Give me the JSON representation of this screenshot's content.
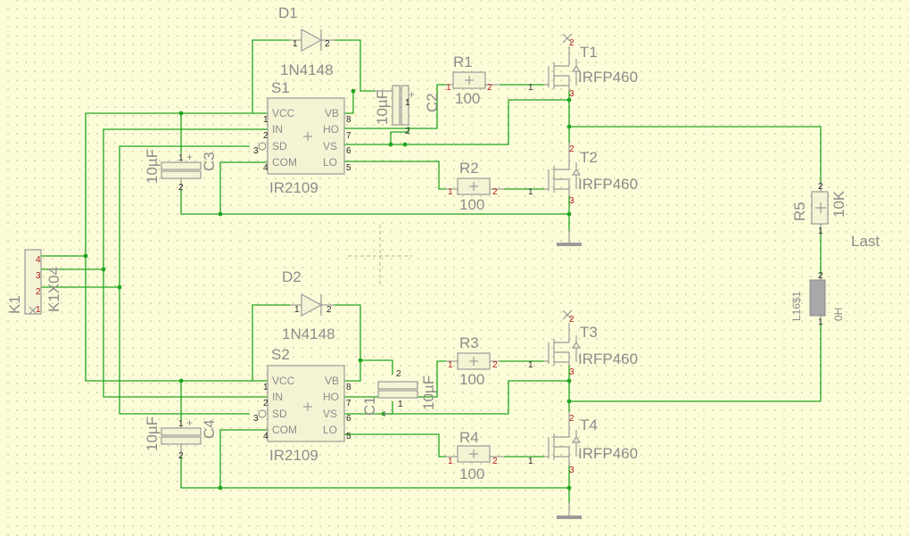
{
  "components": {
    "D1": {
      "ref": "D1",
      "value": "1N4148"
    },
    "D2": {
      "ref": "D2",
      "value": "1N4148"
    },
    "S1": {
      "ref": "S1",
      "value": "IR2109"
    },
    "S2": {
      "ref": "S2",
      "value": "IR2109"
    },
    "R1": {
      "ref": "R1",
      "value": "100"
    },
    "R2": {
      "ref": "R2",
      "value": "100"
    },
    "R3": {
      "ref": "R3",
      "value": "100"
    },
    "R4": {
      "ref": "R4",
      "value": "100"
    },
    "R5": {
      "ref": "R5",
      "value": "10K"
    },
    "C1": {
      "ref": "C1",
      "value": "10µF"
    },
    "C2": {
      "ref": "C2",
      "value": "10µF"
    },
    "C3": {
      "ref": "C3",
      "value": "10µF"
    },
    "C4": {
      "ref": "C4",
      "value": "10µF"
    },
    "T1": {
      "ref": "T1",
      "value": "IRFP460"
    },
    "T2": {
      "ref": "T2",
      "value": "IRFP460"
    },
    "T3": {
      "ref": "T3",
      "value": "IRFP460"
    },
    "T4": {
      "ref": "T4",
      "value": "IRFP460"
    },
    "K1": {
      "ref": "K1",
      "value": "K1X04"
    },
    "L": {
      "ref": "L16$1",
      "value": "0H"
    },
    "load_label": "Last"
  },
  "ic_pins": {
    "left": [
      {
        "name": "VCC",
        "num": "1"
      },
      {
        "name": "IN",
        "num": "2"
      },
      {
        "name": "SD",
        "num": "3"
      },
      {
        "name": "COM",
        "num": "4"
      }
    ],
    "right": [
      {
        "name": "VB",
        "num": "8"
      },
      {
        "name": "HO",
        "num": "7"
      },
      {
        "name": "VS",
        "num": "6"
      },
      {
        "name": "LO",
        "num": "5"
      }
    ]
  },
  "pin_numbers": {
    "one": "1",
    "two": "2",
    "three": "3",
    "four": "4"
  },
  "colors": {
    "wire": "#1fa61f",
    "body": "#9a9a9a",
    "background": "#fcfcd9",
    "pin_number": "#b31a1a"
  }
}
